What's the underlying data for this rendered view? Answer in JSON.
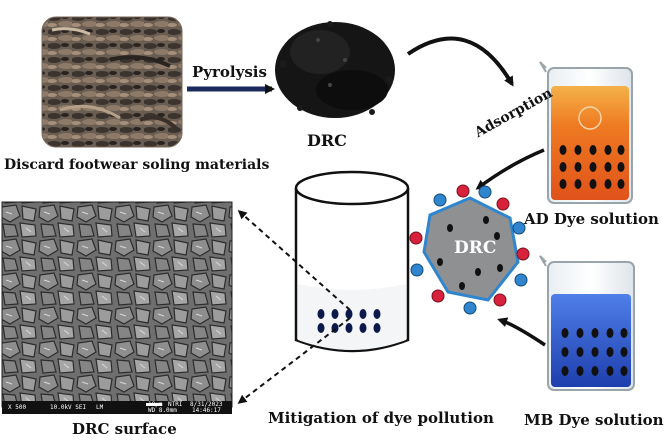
{
  "labels": {
    "footwear": "Discard footwear soling materials",
    "pyrolysis": "Pyrolysis",
    "drc_top": "DRC",
    "adsorption": "Adsorption",
    "drc_particle": "DRC",
    "ad_dye": "AD Dye solution",
    "mb_dye": "MB Dye solution",
    "mitigation": "Mitigation of dye pollution",
    "drc_surface": "DRC surface"
  },
  "sem_scale_bar": {
    "left": "X 500",
    "mid": "10.0kV SEI",
    "unit": "LM",
    "scale": "10μm",
    "wd": "WD 8.0mm",
    "lab": "NTRI",
    "date": "8/31/2023",
    "time": "14:46:17"
  },
  "colors": {
    "ad_dye": "#ee6a1a",
    "mb_dye": "#2f5fd6",
    "drc_particle": "#8f9091",
    "adsorbate_red": "#d8213a",
    "adsorbate_blue": "#2f86cf"
  }
}
